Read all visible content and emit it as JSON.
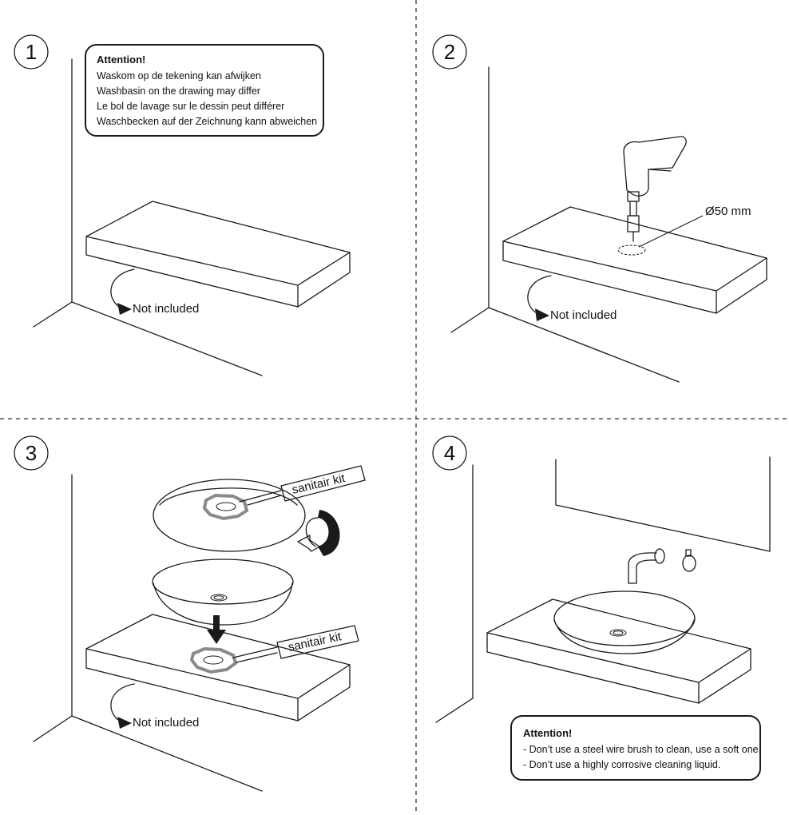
{
  "steps": [
    {
      "number": "1",
      "not_included": "Not included"
    },
    {
      "number": "2",
      "not_included": "Not included",
      "diameter": "Ø50 mm"
    },
    {
      "number": "3",
      "not_included": "Not included",
      "kit_label_top": "sanitair kit",
      "kit_label_bottom": "sanitair kit"
    },
    {
      "number": "4"
    }
  ],
  "notes": {
    "top": {
      "title": "Attention!",
      "lines": [
        "Waskom op de tekening kan afwijken",
        "Washbasin on the drawing may differ",
        "Le bol de lavage sur le dessin peut différer",
        "Waschbecken auf der Zeichnung kann abweichen"
      ]
    },
    "bottom": {
      "title": "Attention!",
      "lines": [
        "- Don’t use a steel wire brush to clean, use a soft one.",
        "- Don’t use a highly corrosive cleaning liquid."
      ]
    }
  },
  "colors": {
    "line": "#1a1a1a",
    "seal": "#8a8a8a",
    "background": "#ffffff"
  },
  "icons": [
    "drill-icon",
    "rotate-arrow-icon",
    "down-arrow-icon",
    "faucet-icon",
    "tap-knob-icon"
  ]
}
